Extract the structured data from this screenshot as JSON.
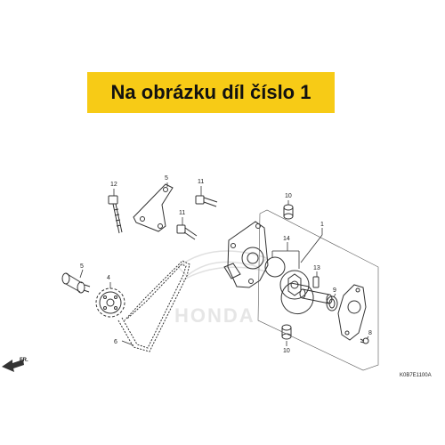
{
  "banner": {
    "text": "Na obrázku díl číslo 1",
    "color": "#f7cb16"
  },
  "watermark": {
    "text": "HONDA"
  },
  "diagram_code": "K0B7E1100A",
  "direction_label": "FR.",
  "callouts": [
    "1",
    "4",
    "5",
    "6",
    "7",
    "8",
    "9",
    "10",
    "10",
    "11",
    "11",
    "12",
    "13",
    "14"
  ],
  "colors": {
    "line": "#333333",
    "watermark": "#e6e6e6"
  }
}
